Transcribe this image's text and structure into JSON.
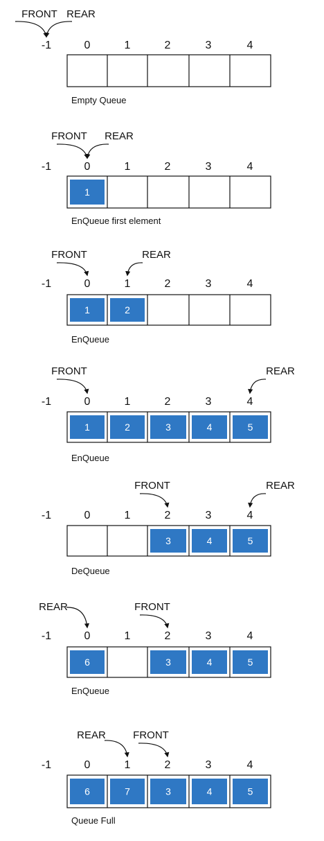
{
  "colors": {
    "filled_cell": "#2f78c4",
    "border": "#111111",
    "value_text": "#ffffff"
  },
  "index_labels": [
    "-1",
    "0",
    "1",
    "2",
    "3",
    "4"
  ],
  "pointer_labels": {
    "front": "FRONT",
    "rear": "REAR"
  },
  "states": [
    {
      "caption": "Empty Queue",
      "cells": [
        null,
        null,
        null,
        null,
        null
      ],
      "front": -1,
      "rear": -1
    },
    {
      "caption": "EnQueue first element",
      "cells": [
        "1",
        null,
        null,
        null,
        null
      ],
      "front": 0,
      "rear": 0
    },
    {
      "caption": "EnQueue",
      "cells": [
        "1",
        "2",
        null,
        null,
        null
      ],
      "front": 0,
      "rear": 1
    },
    {
      "caption": "EnQueue",
      "cells": [
        "1",
        "2",
        "3",
        "4",
        "5"
      ],
      "front": 0,
      "rear": 4
    },
    {
      "caption": "DeQueue",
      "cells": [
        null,
        null,
        "3",
        "4",
        "5"
      ],
      "front": 2,
      "rear": 4
    },
    {
      "caption": "EnQueue",
      "cells": [
        "6",
        null,
        "3",
        "4",
        "5"
      ],
      "front": 2,
      "rear": 0
    },
    {
      "caption": "Queue Full",
      "cells": [
        "6",
        "7",
        "3",
        "4",
        "5"
      ],
      "front": 2,
      "rear": 1
    }
  ]
}
